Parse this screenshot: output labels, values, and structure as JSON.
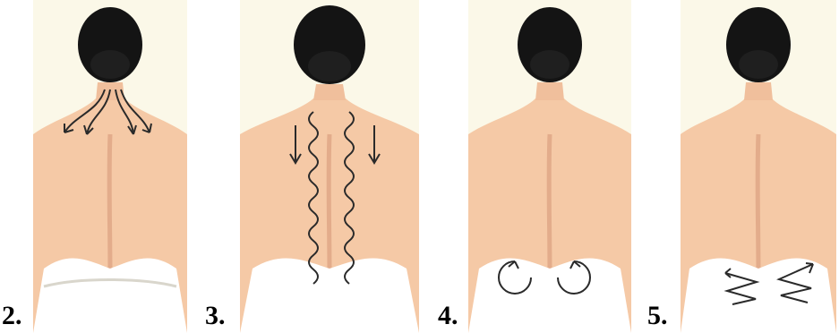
{
  "steps": [
    {
      "label": "2.",
      "pattern": "neck-arrows"
    },
    {
      "label": "3.",
      "pattern": "spine-spirals"
    },
    {
      "label": "4.",
      "pattern": "lower-back-circles"
    },
    {
      "label": "5.",
      "pattern": "lower-back-zigzags"
    }
  ],
  "colors": {
    "background": "#fbf8e8",
    "skin_light": "#f5c9a6",
    "skin_shadow": "#d79a7a",
    "hair": "#141414",
    "towel": "#ffffff",
    "towel_shadow": "#d9d6cc",
    "ink": "#2a2a2a"
  }
}
